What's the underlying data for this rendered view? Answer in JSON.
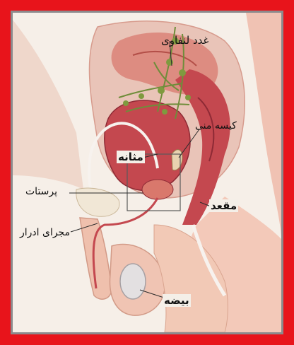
{
  "colors": {
    "frame": "#e8141b",
    "inner_border": "#8c8a8c",
    "background": "#f7f2ec",
    "skin": "#f2c9b6",
    "organ": "#c4484f",
    "organ_dark": "#8e2a35",
    "lymph": "#6f8d3a"
  },
  "labels": {
    "lymph_node": "غدد لنفاوی",
    "seminal_vesicle": "کیسه منی",
    "bladder": "مثانه",
    "prostate": "پرستات",
    "rectum": "مقعد",
    "urethra": "مجرای ادرار",
    "testis": "بیضه"
  }
}
